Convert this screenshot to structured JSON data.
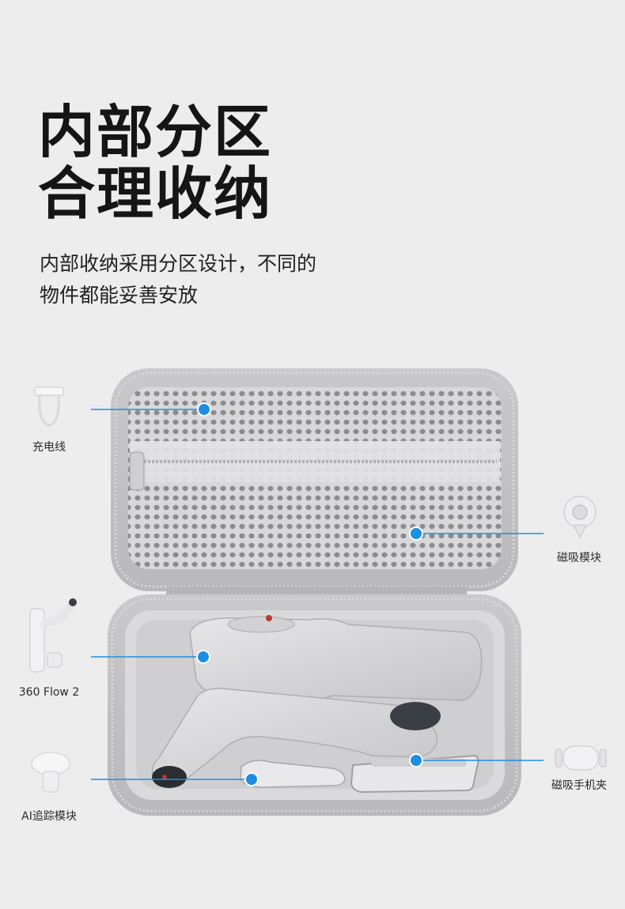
{
  "headline": {
    "line1": "内部分区",
    "line2": "合理收纳"
  },
  "description": {
    "line1": "内部收纳采用分区设计，不同的",
    "line2": "物件都能妥善安放"
  },
  "callouts": {
    "cable": "充电线",
    "magnetic_module": "磁吸模块",
    "gimbal": "360 Flow 2",
    "phone_clamp": "磁吸手机夹",
    "ai_module": "AI追踪模块"
  },
  "colors": {
    "accent": "#1e8fe0",
    "background": "#ededee"
  }
}
